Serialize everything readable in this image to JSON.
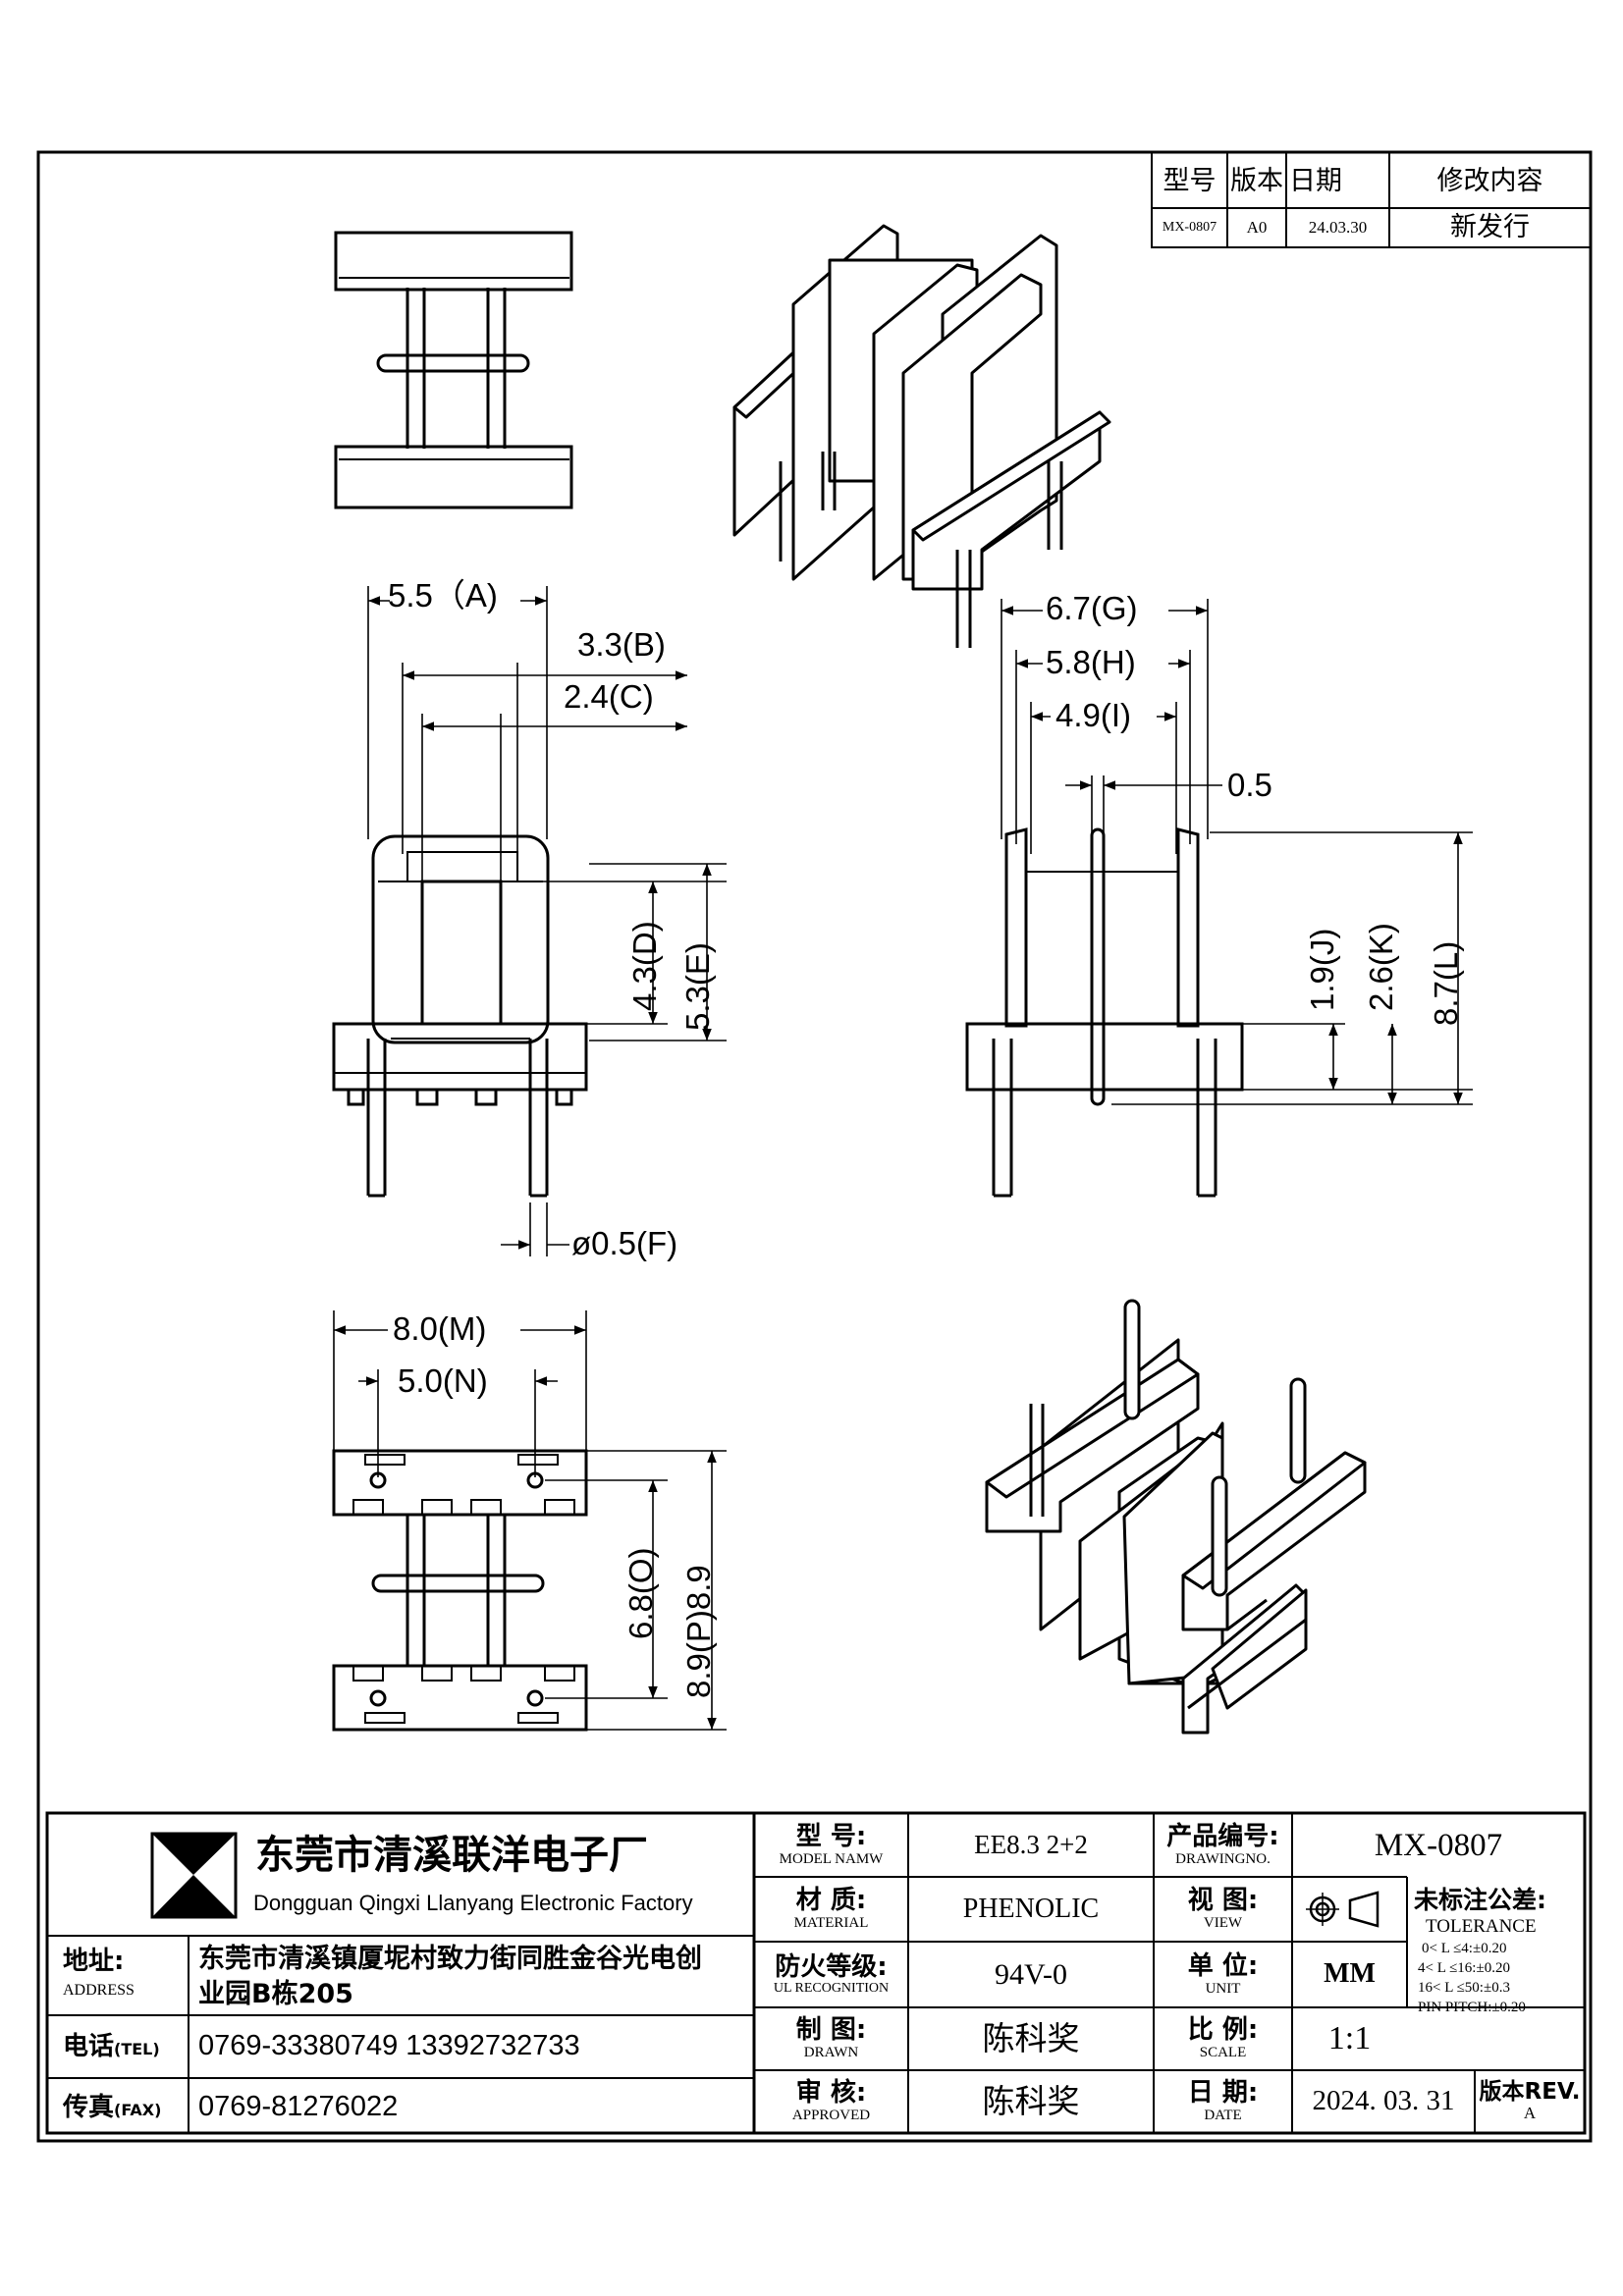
{
  "revision_table": {
    "headers": [
      "型号",
      "版本",
      "日期",
      "修改内容"
    ],
    "row": {
      "model": "MX-0807",
      "version": "A0",
      "date": "24.03.30",
      "change": "新发行"
    }
  },
  "dimensions": {
    "A": "5.5（A)",
    "B": "3.3(B)",
    "C": "2.4(C)",
    "D": "4.3(D)",
    "E": "5.3(E)",
    "F": "ø0.5(F)",
    "G": "6.7(G)",
    "H": "5.8(H)",
    "I": "4.9(I)",
    "pin": "0.5",
    "J": "1.9(J)",
    "K": "2.6(K)",
    "L": "8.7(L)",
    "M": "8.0(M)",
    "N": "5.0(N)",
    "O": "6.8(O)",
    "P": "8.9(P)8.9"
  },
  "company": {
    "name_cn": "东莞市清溪联洋电子厂",
    "name_en": "Dongguan Qingxi Llanyang Electronic Factory",
    "address_label": "地址:",
    "address_label_en": "ADDRESS",
    "address_line1": "东莞市清溪镇厦坭村致力街同胜金谷光电创",
    "address_line2": "业园B栋205",
    "tel_label": "电话",
    "tel_label_en": "(TEL)",
    "tel": "0769-33380749    13392732733",
    "fax_label": "传真",
    "fax_label_en": "(FAX)",
    "fax": "0769-81276022"
  },
  "title_block": {
    "model_label": "型   号:",
    "model_label_en": "MODEL NAMW",
    "model_value": "EE8.3 2+2",
    "material_label": "材   质:",
    "material_label_en": "MATERIAL",
    "material_value": "PHENOLIC",
    "ul_label": "防火等级:",
    "ul_label_en": "UL RECOGNITION",
    "ul_value": "94V-0",
    "drawn_label": "制   图:",
    "drawn_label_en": "DRAWN",
    "drawn_value": "陈科奖",
    "approved_label": "审   核:",
    "approved_label_en": "APPROVED",
    "approved_value": "陈科奖",
    "drawing_no_label": "产品编号:",
    "drawing_no_label_en": "DRAWINGNO.",
    "drawing_no_value": "MX-0807",
    "view_label": "视   图:",
    "view_label_en": "VIEW",
    "unit_label": "单   位:",
    "unit_label_en": "UNIT",
    "unit_value": "MM",
    "scale_label": "比   例:",
    "scale_label_en": "SCALE",
    "scale_value": "1:1",
    "date_label": "日   期:",
    "date_label_en": "DATE",
    "date_value": "2024. 03. 31",
    "tolerance_title": "未标注公差:",
    "tolerance_title_en": "TOLERANCE",
    "tolerance_lines": [
      "0< L ≤4:±0.20",
      "4< L ≤16:±0.20",
      "16< L ≤50:±0.3",
      "PIN PITCH:±0.20"
    ],
    "rev_label": "版本REV.",
    "rev_value": "A"
  }
}
